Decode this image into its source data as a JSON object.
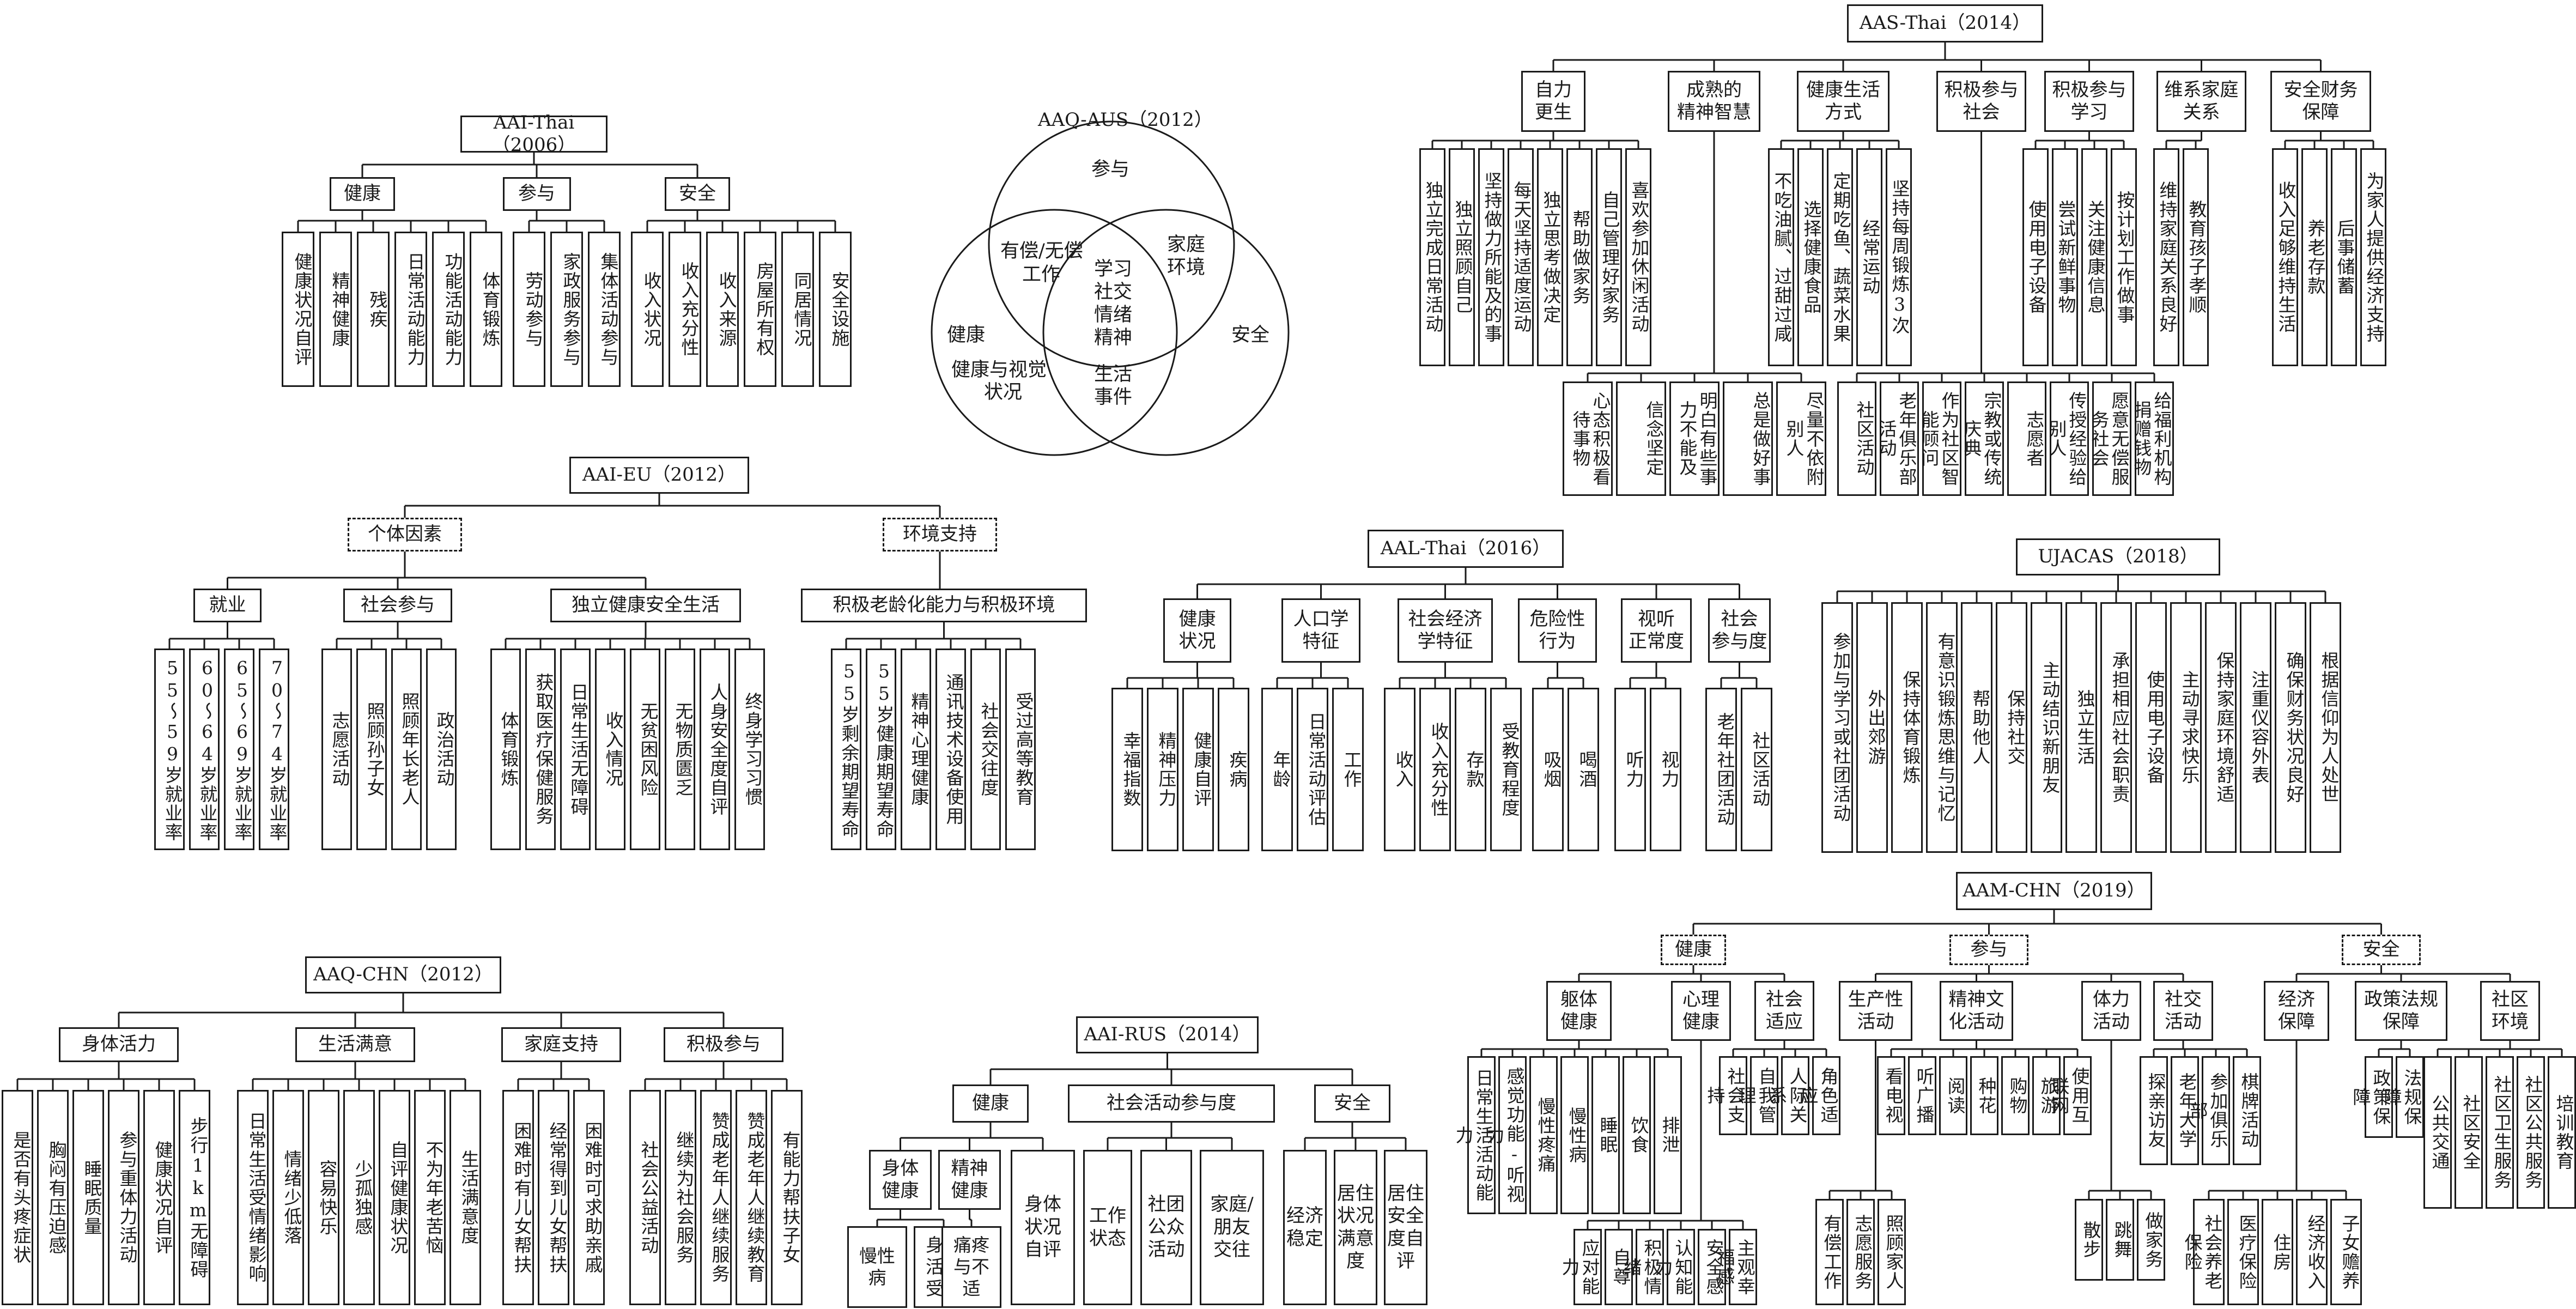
{
  "aai_thai_2006": {
    "title": "AAI-Thai（2006）",
    "groups": [
      {
        "label": "健康",
        "items": [
          "健康状况自评",
          "精神健康",
          "残疾",
          "日常活动能力",
          "功能活动能力",
          "体育锻炼"
        ]
      },
      {
        "label": "参与",
        "items": [
          "劳动参与",
          "家政服务参与",
          "集体活动参与"
        ]
      },
      {
        "label": "安全",
        "items": [
          "收入状况",
          "收入充分性",
          "收入来源",
          "房屋所有权",
          "同居情况",
          "安全设施"
        ]
      }
    ]
  },
  "aaq_aus_2012": {
    "title": "AAQ-AUS（2012）",
    "labels": {
      "participation": "参与",
      "health": "健康",
      "security": "安全",
      "paid_work": "有偿/无偿",
      "paid_work_2": "工作",
      "family": "家庭",
      "family_2": "环境",
      "vision": "健康与视觉",
      "vision_2": "状况",
      "center_1": "学习",
      "center_2": "社交",
      "center_3": "情绪",
      "center_4": "精神",
      "life_1": "生活",
      "life_2": "事件"
    }
  },
  "aas_thai_2014": {
    "title": "AAS-Thai（2014）",
    "groups": [
      {
        "label": "自力\n更生",
        "items": [
          "独立完成日常活动",
          "独立照顾自己",
          "坚持做力所能及的事",
          "每天坚持适度运动",
          "独立思考做决定",
          "帮助做家务",
          "自己管理好家务",
          "喜欢参加休闲活动"
        ]
      },
      {
        "label": "成熟的\n精神智慧",
        "items": [
          "心态积极看待事物",
          "信念坚定",
          "明白有些事力不能及",
          "总是做好事",
          "尽量不依附别人"
        ]
      },
      {
        "label": "健康生活\n方式",
        "items": [
          "不吃油腻、过甜过咸",
          "选择健康食品",
          "定期吃鱼、蔬菜水果",
          "经常运动",
          "坚持每周锻炼3次"
        ]
      },
      {
        "label": "积极参与\n社会",
        "items": [
          "社区活动",
          "老年俱乐部活动",
          "作为社区智能顾问",
          "宗教或传统庆典",
          "志愿者",
          "传授经验给别人",
          "愿意无偿服务社会",
          "给福利机构捐赠钱物"
        ]
      },
      {
        "label": "积极参与\n学习",
        "items": [
          "使用电子设备",
          "尝试新鲜事物",
          "关注健康信息",
          "按计划工作做事"
        ]
      },
      {
        "label": "维系家庭\n关系",
        "items": [
          "维持家庭关系良好",
          "教育孩子孝顺"
        ]
      },
      {
        "label": "安全财务\n保障",
        "items": [
          "收入足够维持生活",
          "养老存款",
          "后事储蓄",
          "为家人提供经济支持"
        ]
      }
    ]
  },
  "aai_eu_2012": {
    "title": "AAI-EU（2012）",
    "factors": [
      "个体因素",
      "环境支持"
    ],
    "groups": [
      {
        "label": "就业",
        "items": [
          "55～59岁就业率",
          "60～64岁就业率",
          "65～69岁就业率",
          "70～74岁就业率"
        ]
      },
      {
        "label": "社会参与",
        "items": [
          "志愿活动",
          "照顾孙子女",
          "照顾年长老人",
          "政治活动"
        ]
      },
      {
        "label": "独立健康安全生活",
        "items": [
          "体育锻炼",
          "获取医疗保健服务",
          "日常生活无障碍",
          "收入情况",
          "无贫困风险",
          "无物质匮乏",
          "人身安全度自评",
          "终身学习习惯"
        ]
      },
      {
        "label": "积极老龄化能力与积极环境",
        "items": [
          "55岁剩余期望寿命",
          "55岁健康期望寿命",
          "精神心理健康",
          "通讯技术设备使用",
          "社会交往度",
          "受过高等教育"
        ]
      }
    ]
  },
  "aal_thai_2016": {
    "title": "AAL-Thai（2016）",
    "groups": [
      {
        "label": "健康\n状况",
        "items": [
          "幸福指数",
          "精神压力",
          "健康自评",
          "疾病"
        ]
      },
      {
        "label": "人口学\n特征",
        "items": [
          "年龄",
          "日常活动评估",
          "工作"
        ]
      },
      {
        "label": "社会经济\n学特征",
        "items": [
          "收入",
          "收入充分性",
          "存款",
          "受教育程度"
        ]
      },
      {
        "label": "危险性\n行为",
        "items": [
          "吸烟",
          "喝酒"
        ]
      },
      {
        "label": "视听\n正常度",
        "items": [
          "听力",
          "视力"
        ]
      },
      {
        "label": "社会\n参与度",
        "items": [
          "老年社团活动",
          "社区活动"
        ]
      }
    ]
  },
  "ujacas_2018": {
    "title": "UJACAS（2018）",
    "items": [
      "参加与学习或社团活动",
      "外出郊游",
      "保持体育锻炼",
      "有意识锻炼思维与记忆",
      "帮助他人",
      "保持社交",
      "主动结识新朋友",
      "独立生活",
      "承担相应社会职责",
      "使用电子设备",
      "主动寻求快乐",
      "保持家庭环境舒适",
      "注重仪容外表",
      "确保财务状况良好",
      "根据信仰为人处世"
    ]
  },
  "aaq_chn_2012": {
    "title": "AAQ-CHN（2012）",
    "groups": [
      {
        "label": "身体活力",
        "items": [
          "是否有头疼症状",
          "胸闷有压迫感",
          "睡眠质量",
          "参与重体力活动",
          "健康状况自评",
          "步行1km无障碍"
        ]
      },
      {
        "label": "生活满意",
        "items": [
          "日常生活受情绪影响",
          "情绪少低落",
          "容易快乐",
          "少孤独感",
          "自评健康状况",
          "不为年老苦恼",
          "生活满意度"
        ]
      },
      {
        "label": "家庭支持",
        "items": [
          "困难时有儿女帮扶",
          "经常得到儿女帮扶",
          "困难时可求助亲戚"
        ]
      },
      {
        "label": "积极参与",
        "items": [
          "社会公益活动",
          "继续为社会服务",
          "赞成老年人继续服务",
          "赞成老年人继续教育",
          "有能力帮扶子女"
        ]
      }
    ]
  },
  "aai_rus_2014": {
    "title": "AAI-RUS（2014）",
    "groups": [
      {
        "label": "健康",
        "subs": [
          {
            "label": "身体\n健康",
            "items": [
              "慢性病",
              "身体活动受限"
            ]
          },
          {
            "label": "精神\n健康",
            "items": [
              "痛疼与不适"
            ]
          },
          {
            "label": "身体\n状况\n自评",
            "items": []
          }
        ]
      },
      {
        "label": "社会活动参与度",
        "subs": [
          {
            "label": "工作\n状态",
            "items": []
          },
          {
            "label": "社团\n公众\n活动",
            "items": []
          },
          {
            "label": "家庭/\n朋友\n交往",
            "items": []
          }
        ]
      },
      {
        "label": "安全",
        "subs": [
          {
            "label": "经济\n稳定",
            "items": []
          },
          {
            "label": "居住\n状况\n满意\n度",
            "items": []
          },
          {
            "label": "居住\n安全\n度自\n评",
            "items": []
          }
        ]
      }
    ]
  },
  "aam_chn_2019": {
    "title": "AAM-CHN（2019）",
    "groups": [
      {
        "label": "健康",
        "subs": [
          {
            "label": "躯体\n健康",
            "items": [
              "日常生活活动能力",
              "感觉功能-听视力",
              "慢性疼痛",
              "慢性病",
              "睡眠",
              "饮食",
              "排泄"
            ]
          },
          {
            "label": "心理\n健康",
            "items": [
              "应对能力",
              "自尊",
              "积极情绪",
              "认知能力",
              "安全感",
              "主观幸福感"
            ]
          },
          {
            "label": "社会\n适应",
            "items": [
              "社会支持",
              "自我管理",
              "人际关系",
              "角色适应"
            ]
          }
        ]
      },
      {
        "label": "参与",
        "subs": [
          {
            "label": "生产性\n活动",
            "items": [
              "有偿工作",
              "志愿服务",
              "照顾家人"
            ]
          },
          {
            "label": "精神文\n化活动",
            "items": [
              "看电视",
              "听广播",
              "阅读",
              "种花",
              "购物",
              "旅游",
              "使用互联网"
            ]
          },
          {
            "label": "体力\n活动",
            "items": [
              "散步",
              "跳舞",
              "做家务"
            ]
          },
          {
            "label": "社交\n活动",
            "items": [
              "探亲访友",
              "老年大学",
              "参加俱乐部",
              "棋牌活动"
            ]
          }
        ]
      },
      {
        "label": "安全",
        "subs": [
          {
            "label": "经济\n保障",
            "items": [
              "社会养老保险",
              "医疗保险",
              "住房",
              "经济收入",
              "子女赡养"
            ]
          },
          {
            "label": "政策法规\n保障",
            "items": [
              "政策保障",
              "法规保障"
            ]
          },
          {
            "label": "社区\n环境",
            "items": [
              "公共交通",
              "社区安全",
              "社区卫生服务",
              "社区公共服务",
              "培训教育"
            ]
          }
        ]
      }
    ]
  }
}
